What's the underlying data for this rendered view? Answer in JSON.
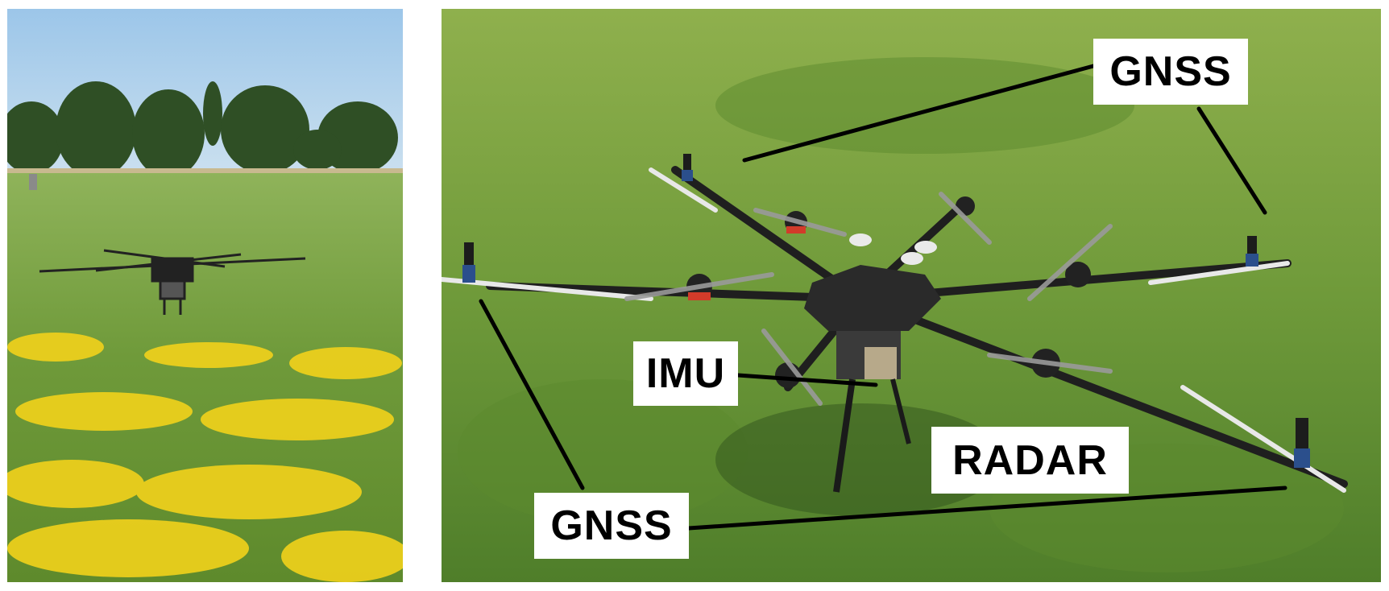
{
  "labels": {
    "gnss_top": "GNSS",
    "imu": "IMU",
    "radar": "RADAR",
    "gnss_bottom": "GNSS"
  },
  "colors": {
    "sky": "#a9cde8",
    "grass": "#6f9a3a",
    "flowers": "#f2d21b",
    "drone_body": "#1e1e1e",
    "motor_accent": "#d23b2a",
    "antenna": "#2b4f8c",
    "callout_line": "#000000"
  }
}
